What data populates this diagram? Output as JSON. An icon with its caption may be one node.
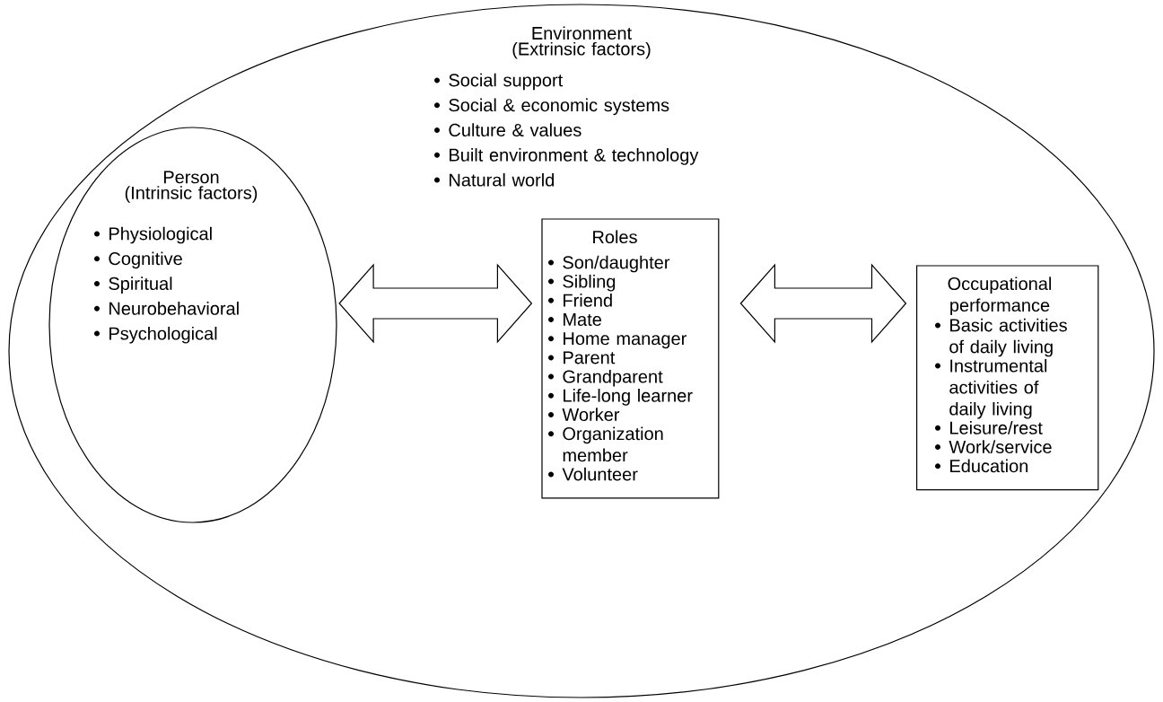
{
  "diagram": {
    "nodes": [
      {
        "text": [
          "Environment",
          "(Extrinsic factors)",
          "Social support",
          "Social & economic systems",
          "Culture & values",
          "Built environment & technology",
          "Natural world"
        ]
      },
      {
        "text": [
          "Person",
          "(Intrinsic factors)",
          "Physiological",
          "Cognitive",
          "Spiritual",
          "Neurobehavioral",
          "Psychological"
        ],
        "in": 0
      },
      {
        "text": [
          "Roles",
          "Son/daughter",
          "Sibling",
          "Friend",
          "Mate",
          "Home manager",
          "Parent",
          "Grandparent",
          "Life-long learner",
          "Worker",
          "Organization member",
          "Volunteer"
        ],
        "in": 0
      },
      {
        "text": [
          "Occupational performance",
          "Basic activities of daily living",
          "Instrumental activities of daily living",
          "Leisure/rest",
          "Work/service",
          "Education"
        ],
        "in": 0
      }
    ],
    "edges": [
      {
        "from": 1,
        "to": 2,
        "arrow": "both"
      },
      {
        "from": 2,
        "to": 3,
        "arrow": "both"
      }
    ]
  }
}
